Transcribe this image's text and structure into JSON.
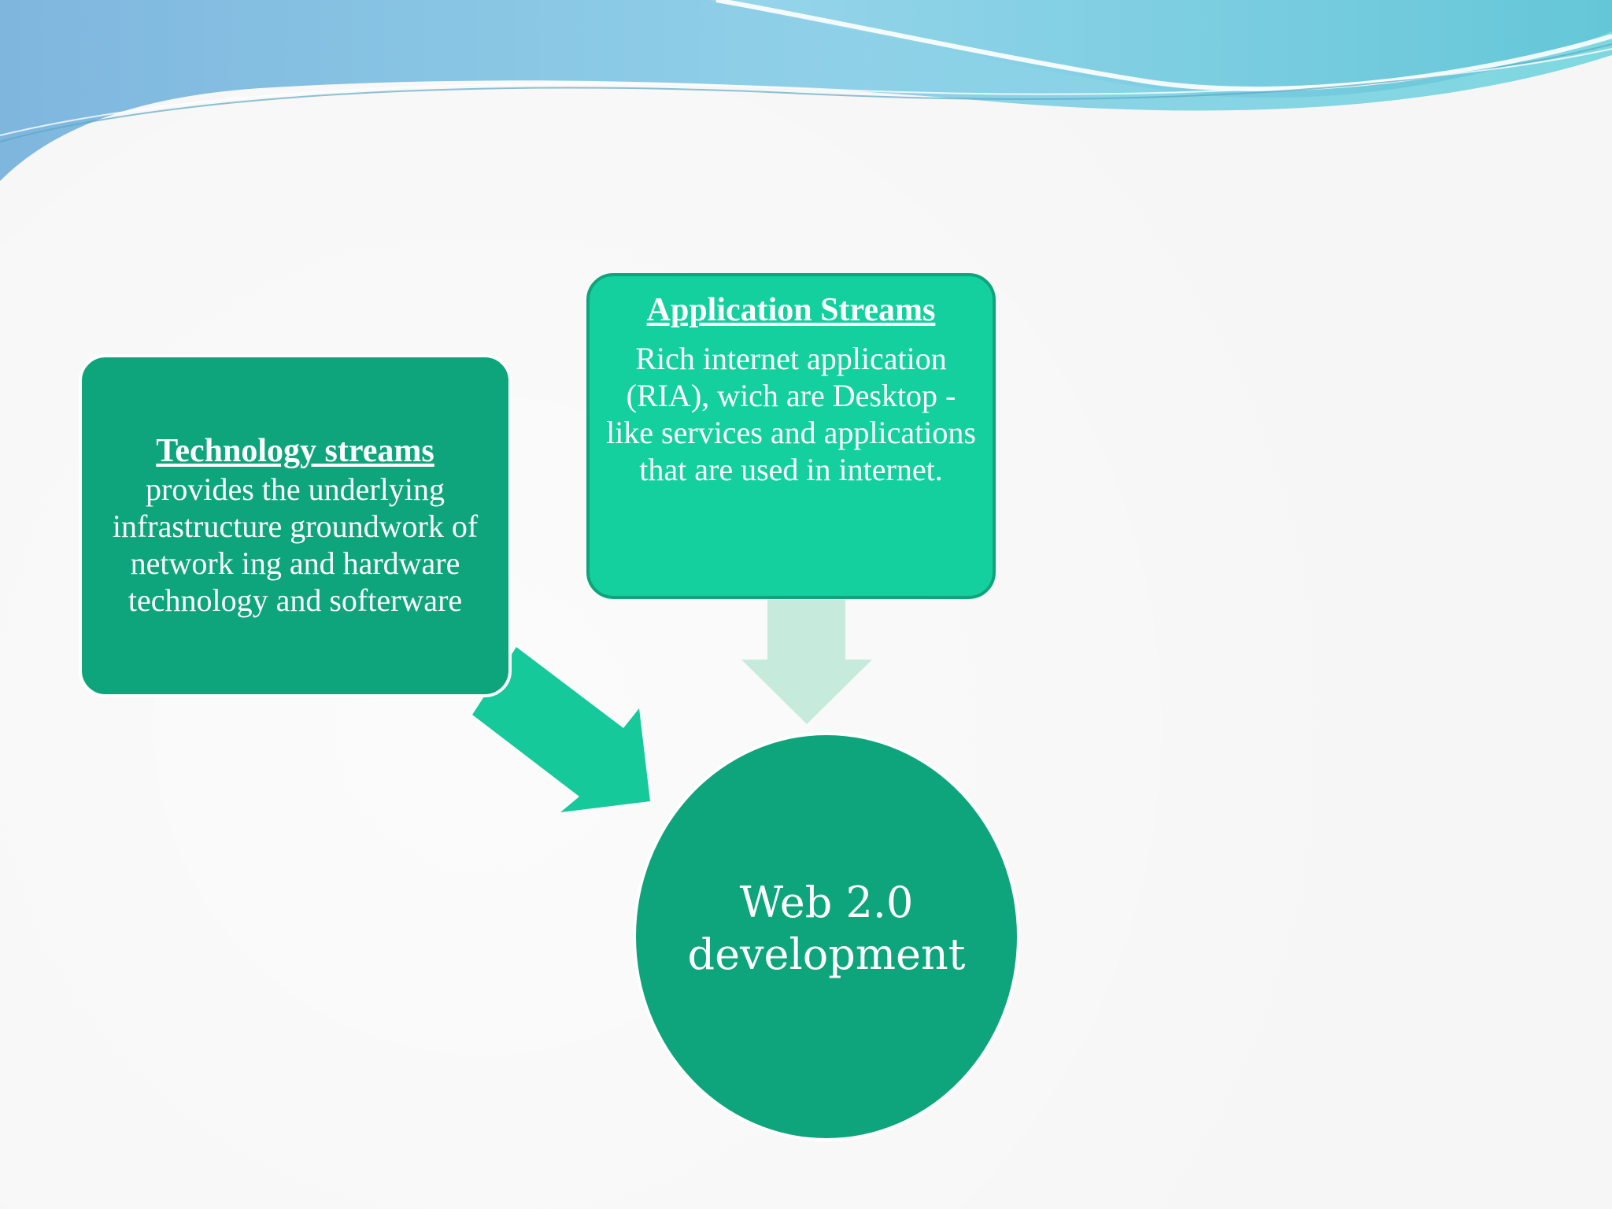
{
  "diagram": {
    "technology_box": {
      "heading": "Technology streams",
      "body": "provides the underlying infrastructure groundwork of network ing  and hardware technology and softerware"
    },
    "application_box": {
      "heading": "Application  Streams",
      "body": "Rich internet application (RIA), wich are Desktop - like services   and applications that are used in internet."
    },
    "center_circle": {
      "label": "Web 2.0 development"
    }
  },
  "colors": {
    "dark_green": "#0ea47c",
    "light_green": "#14d09e",
    "pale_green": "#c6ebdc",
    "wave_blue": "#7cc4e0"
  }
}
